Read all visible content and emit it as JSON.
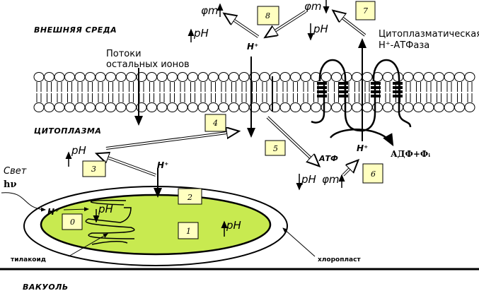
{
  "labels": {
    "outer": "ВНЕШНЯЯ  СРЕДА",
    "cytoplasm": "ЦИТОПЛАЗМА",
    "vacuole": "ВАКУОЛЬ",
    "thylakoid": "тилакоид",
    "chloroplast": "хлоропласт",
    "ion_flows_1": "Потоки",
    "ion_flows_2": "остальных ионов",
    "atpase_1": "Цитоплазматическая",
    "atpase_2": "H⁺-АТФаза",
    "light": "Свет",
    "hv": "hν",
    "atp": "АТФ",
    "adp": "АДФ+Фᵢ",
    "h_plus": "H⁺",
    "ph": "pH",
    "phi_m": "φm"
  },
  "steps": [
    "0",
    "1",
    "2",
    "3",
    "4",
    "5",
    "6",
    "7",
    "8"
  ],
  "colors": {
    "stroma": "#c8ea50",
    "box": "#ffffc0"
  }
}
